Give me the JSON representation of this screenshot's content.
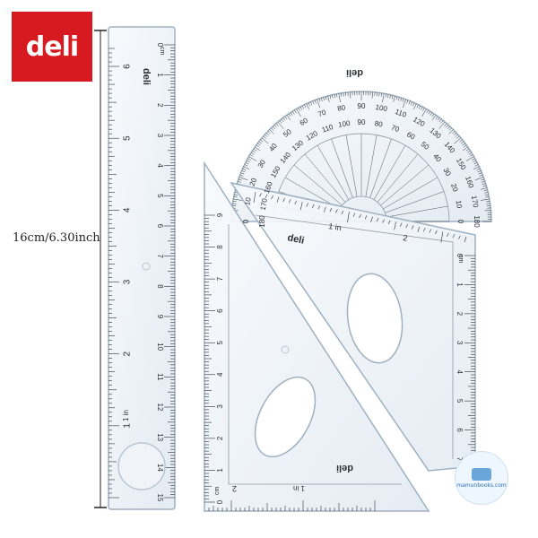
{
  "brand": {
    "logo_text": "deli",
    "logo_color": "#d71920"
  },
  "dimension_label": "16cm/6.30inch",
  "ruler": {
    "cm_labels": [
      "0",
      "1",
      "2",
      "3",
      "4",
      "5",
      "6",
      "7",
      "8",
      "9",
      "10",
      "11",
      "12",
      "13",
      "14",
      "15"
    ],
    "inch_labels": [
      "1",
      "2",
      "3",
      "4",
      "5",
      "6"
    ],
    "in_mark": "1 in",
    "unit_cm": "cm",
    "brand": "deli"
  },
  "protractor": {
    "outer_labels": [
      "0",
      "10",
      "20",
      "30",
      "40",
      "50",
      "60",
      "70",
      "80",
      "90",
      "100",
      "110",
      "120",
      "130",
      "140",
      "150",
      "160",
      "170",
      "180"
    ],
    "inner_labels": [
      "180",
      "170",
      "160",
      "150",
      "140",
      "130",
      "120",
      "110",
      "100",
      "90",
      "80",
      "70",
      "60",
      "50",
      "40",
      "30",
      "20",
      "10",
      "0"
    ],
    "brand": "deli"
  },
  "triangle_a": {
    "cm_labels": [
      "0",
      "1",
      "2",
      "3",
      "4",
      "5",
      "6",
      "7",
      "8",
      "9"
    ],
    "inch_labels": [
      "1 in",
      "2"
    ],
    "unit_cm": "cm",
    "brand": "deli"
  },
  "triangle_b": {
    "top_labels": [
      "1 in",
      "2"
    ],
    "side_labels": [
      "0",
      "1",
      "2",
      "3",
      "4",
      "5",
      "6",
      "7"
    ],
    "unit_cm": "cm",
    "brand": "deli"
  },
  "watermark": {
    "text": "mamunbooks.com"
  },
  "colors": {
    "plastic": "#eef3f8",
    "outline": "#9fb0c0",
    "ink": "#2a2f36"
  }
}
